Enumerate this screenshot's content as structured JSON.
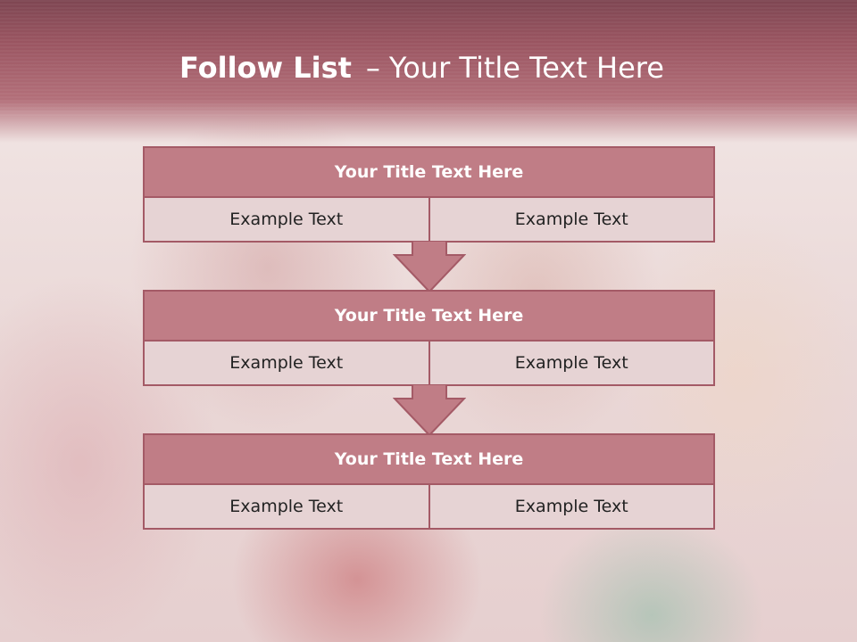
{
  "slide": {
    "title_bold": "Follow List",
    "title_dash": "–",
    "title_rest": "Your Title Text Here"
  },
  "steps": [
    {
      "title": "Your Title Text Here",
      "left": "Example Text",
      "right": "Example Text"
    },
    {
      "title": "Your Title Text Here",
      "left": "Example Text",
      "right": "Example Text"
    },
    {
      "title": "Your Title Text Here",
      "left": "Example Text",
      "right": "Example Text"
    }
  ],
  "colors": {
    "header": "#9a5561",
    "box_title_fill": "#c07d86",
    "box_cell_fill": "#e6d3d4",
    "border": "#a45a66",
    "title_text": "#ffffff"
  }
}
